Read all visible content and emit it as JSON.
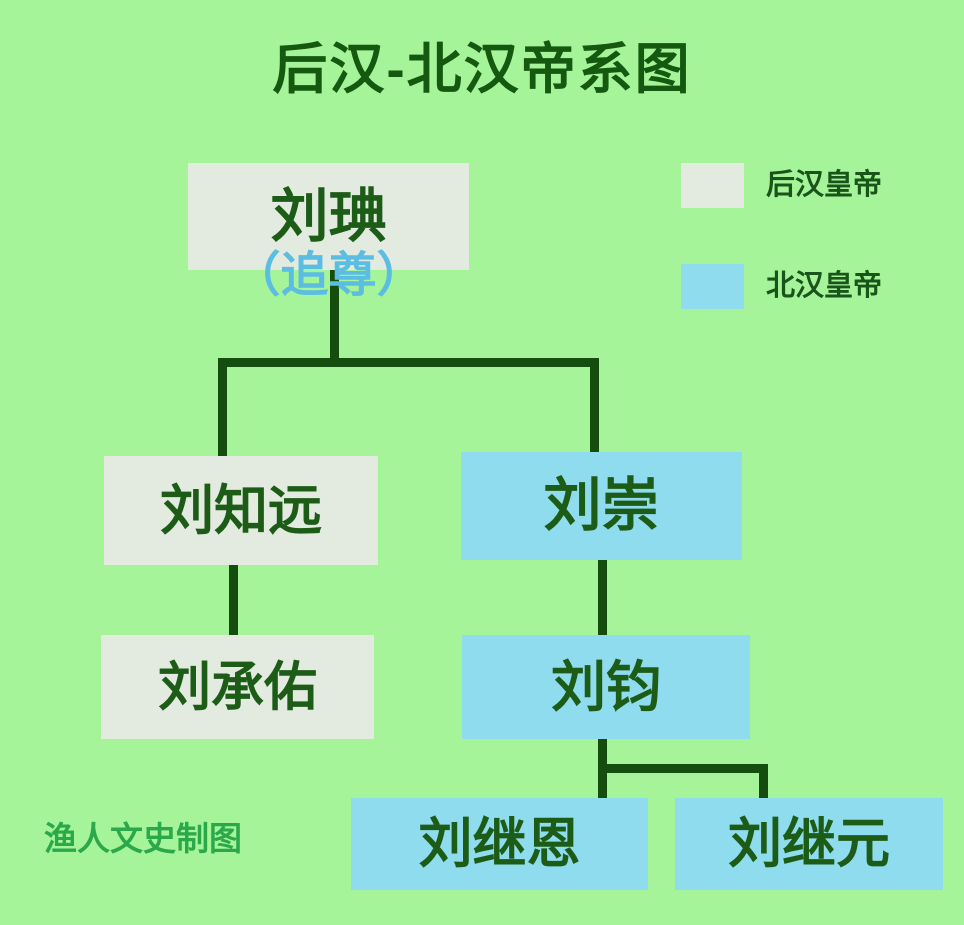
{
  "title": "后汉-北汉帝系图",
  "watermark": "渔人文史制图",
  "colors": {
    "background": "#a6f49a",
    "later_han_box": "#e3ebe1",
    "northern_han_box": "#8fdcee",
    "text": "#1d5c17",
    "title_text": "#14590f",
    "line": "#144d0d",
    "posthumous_text": "#5bbde2",
    "watermark_text": "#2aa84a"
  },
  "legend": {
    "items": [
      {
        "label": "后汉皇帝",
        "swatch": "#e3ebe1",
        "type": "later-han"
      },
      {
        "label": "北汉皇帝",
        "swatch": "#8fdcee",
        "type": "northern-han"
      }
    ]
  },
  "nodes": {
    "liu_dian": {
      "name": "刘琠",
      "note": "（追尊）",
      "type": "later-han"
    },
    "liu_zhiyuan": {
      "name": "刘知远",
      "type": "later-han"
    },
    "liu_chengyou": {
      "name": "刘承佑",
      "type": "later-han"
    },
    "liu_chong": {
      "name": "刘崇",
      "type": "northern-han"
    },
    "liu_jun": {
      "name": "刘钧",
      "type": "northern-han"
    },
    "liu_jien": {
      "name": "刘继恩",
      "type": "northern-han"
    },
    "liu_jiyuan": {
      "name": "刘继元",
      "type": "northern-han"
    }
  },
  "edges": [
    {
      "from": "liu_dian",
      "to": "liu_zhiyuan"
    },
    {
      "from": "liu_dian",
      "to": "liu_chong"
    },
    {
      "from": "liu_zhiyuan",
      "to": "liu_chengyou"
    },
    {
      "from": "liu_chong",
      "to": "liu_jun"
    },
    {
      "from": "liu_jun",
      "to": "liu_jien"
    },
    {
      "from": "liu_jun",
      "to": "liu_jiyuan"
    }
  ]
}
